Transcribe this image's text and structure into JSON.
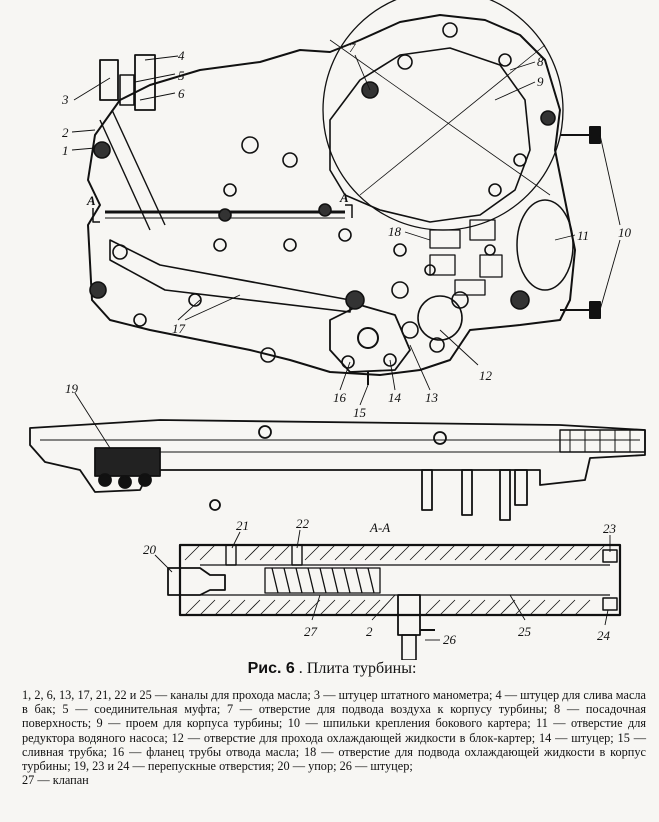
{
  "figure": {
    "labels": {
      "l1": "1",
      "l2": "2",
      "l3": "3",
      "l4": "4",
      "l5": "5",
      "l6": "6",
      "l7": "7",
      "l8": "8",
      "l9": "9",
      "l10": "10",
      "l11": "11",
      "l12": "12",
      "l13": "13",
      "l14": "14",
      "l15": "15",
      "l16": "16",
      "l17": "17",
      "l18": "18",
      "l19": "19",
      "l20": "20",
      "l21": "21",
      "l22": "22",
      "l23": "23",
      "l24": "24",
      "l25": "25",
      "l26": "26",
      "l27": "27",
      "l2b": "2",
      "sectionA1": "A",
      "sectionA2": "A",
      "sectionAA": "A-A"
    }
  },
  "caption": {
    "prefix": "Рис. 6",
    "title": ". Плита турбины:"
  },
  "legend": {
    "text": "1, 2, 6, 13, 17, 21, 22 и 25 — каналы для прохода масла; 3 — штуцер штатного манометра; 4 — штуцер для слива масла в бак; 5 — соединительная муфта; 7 — отверстие для подвода воздуха к корпусу турбины; 8 — посадочная поверхность; 9 — проем для корпуса турбины; 10 — шпильки крепления бокового картера; 11 — отверстие для редуктора водяного насоса; 12 — отверстие для прохода охлаждающей жидкости в блок-картер; 14 — штуцер; 15 — сливная трубка; 16 — фланец трубы отвода масла; 18 — отверстие для подвода охлаждающей жидкости в корпус турбины; 19, 23 и 24 — перепускные отверстия; 20 — упор; 26 — штуцер;",
    "last": "27 — клапан"
  }
}
